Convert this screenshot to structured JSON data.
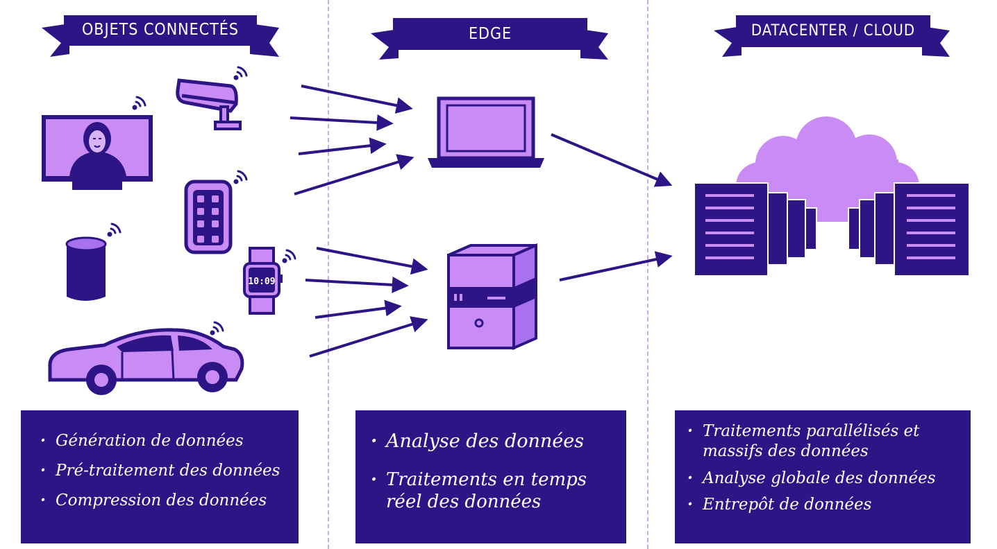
{
  "columns": [
    {
      "id": "objets",
      "header": "OBJETS CONNECTÉS",
      "items": [
        "Génération de données",
        "Pré-traitement des données",
        "Compression des données"
      ]
    },
    {
      "id": "edge",
      "header": "EDGE",
      "items": [
        "Analyse des données",
        "Traitements en temps réel des données"
      ]
    },
    {
      "id": "cloud",
      "header": "DATACENTER / CLOUD",
      "items": [
        "Traitements parallélisés et massifs des données",
        "Analyse globale des données",
        "Entrepôt de données"
      ]
    }
  ],
  "watch": {
    "time": "10:09"
  },
  "colors": {
    "dark": "#2e1585",
    "light": "#c98cf5",
    "mid": "#a872ee",
    "divider": "#c9a8f2"
  }
}
